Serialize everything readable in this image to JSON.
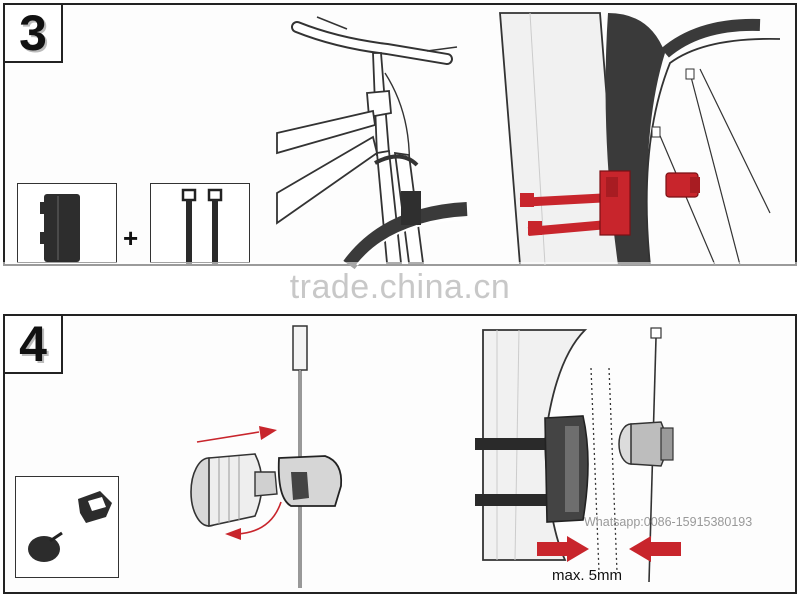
{
  "steps": [
    {
      "number": "3"
    },
    {
      "number": "4"
    }
  ],
  "step3": {
    "plus_sign": "+"
  },
  "step4": {
    "gap_label": "max. 5mm"
  },
  "watermark": "trade.china.cn",
  "contact": "Whatsapp:0086-15915380193",
  "colors": {
    "line": "#222222",
    "accent_red": "#c8252c",
    "tire": "#3a3a3a",
    "panel_bg": "#fdfdfd"
  },
  "icons": [
    "sensor-icon",
    "zip-tie-icon",
    "bicycle-fork-icon",
    "magnet-icon",
    "spoke-icon",
    "arrow-icon"
  ]
}
